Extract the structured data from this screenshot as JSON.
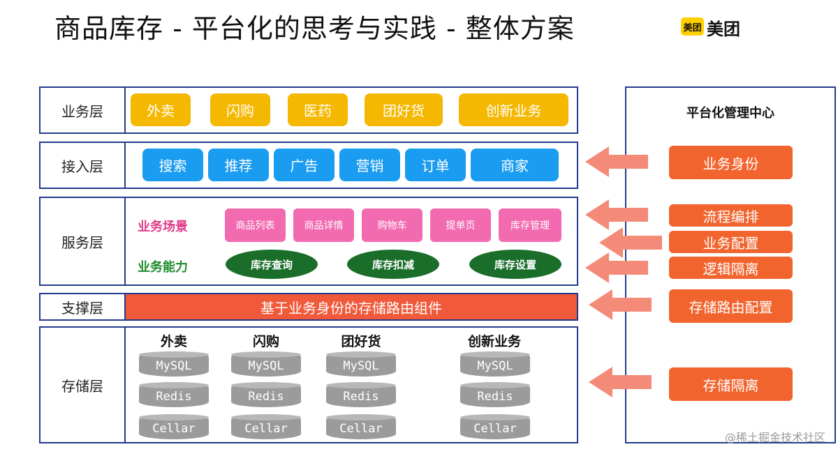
{
  "title": "商品库存 - 平台化的思考与实践 - 整体方案",
  "logo": {
    "mark": "美团",
    "text": "美团"
  },
  "layers": {
    "business": {
      "label": "业务层",
      "items": [
        "外卖",
        "闪购",
        "医药",
        "团好货",
        "创新业务"
      ]
    },
    "access": {
      "label": "接入层",
      "items": [
        "搜索",
        "推荐",
        "广告",
        "营销",
        "订单",
        "商家"
      ]
    },
    "service": {
      "label": "服务层",
      "scene_label": "业务场景",
      "scenes": [
        "商品列表",
        "商品详情",
        "购物车",
        "提单页",
        "库存管理"
      ],
      "ability_label": "业务能力",
      "abilities": [
        "库存查询",
        "库存扣减",
        "库存设置"
      ]
    },
    "support": {
      "label": "支撑层",
      "bar": "基于业务身份的存储路由组件"
    },
    "storage": {
      "label": "存储层",
      "columns": [
        {
          "title": "外卖",
          "dbs": [
            "MySQL",
            "Redis",
            "Cellar"
          ]
        },
        {
          "title": "闪购",
          "dbs": [
            "MySQL",
            "Redis",
            "Cellar"
          ]
        },
        {
          "title": "团好货",
          "dbs": [
            "MySQL",
            "Redis",
            "Cellar"
          ]
        },
        {
          "title": "创新业务",
          "dbs": [
            "MySQL",
            "Redis",
            "Cellar"
          ]
        }
      ]
    }
  },
  "platform": {
    "title": "平台化管理中心",
    "items": [
      "业务身份",
      "流程编排",
      "业务配置",
      "逻辑隔离",
      "存储路由配置",
      "存储隔离"
    ]
  },
  "colors": {
    "border": "#243a8a",
    "yellow": "#f5b800",
    "blue": "#1a9cf0",
    "pink": "#f26ab0",
    "green": "#1a6e2a",
    "red": "#f0593a",
    "orange": "#f2642e",
    "arrow": "#f48a78"
  },
  "watermark": "@稀土掘金技术社区"
}
